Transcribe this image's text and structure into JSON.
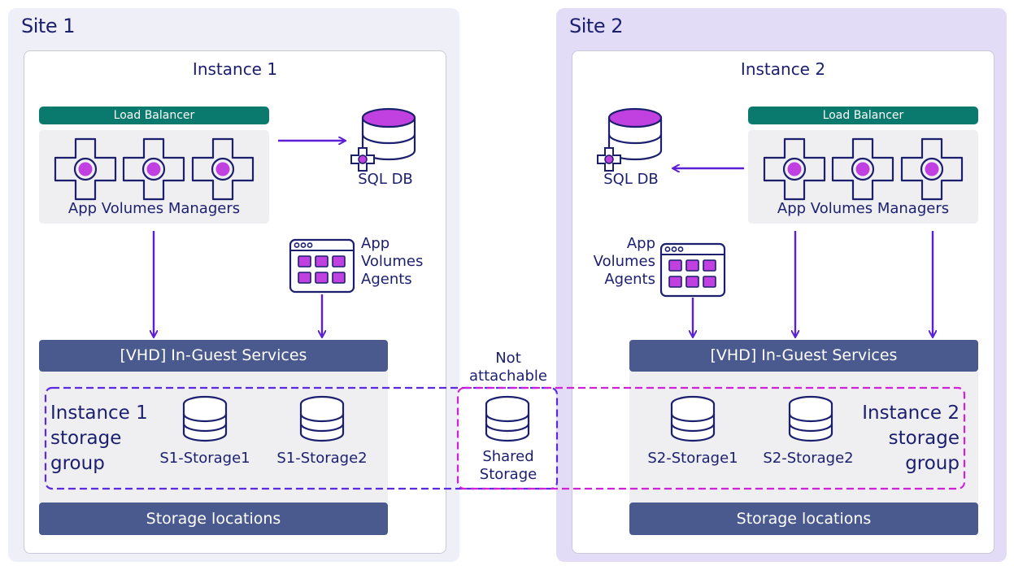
{
  "colors": {
    "navy_text": "#1b1f6e",
    "arrow": "#5a1fd6",
    "purple_fill": "#c040e0",
    "load_balancer": "#0a7a6e",
    "bar": "#4a5a8e",
    "site1_bg": "#efeff7",
    "site2_bg": "#e2dcf7",
    "group1_dash": "#5a2be0",
    "group2_dash": "#d020d8"
  },
  "icons": [
    "manager-server-icon",
    "sql-database-icon",
    "app-agent-window-icon",
    "storage-database-icon"
  ],
  "site1": {
    "title": "Site 1",
    "instance_title": "Instance 1",
    "load_balancer": "Load Balancer",
    "managers_label": "App Volumes Managers",
    "sql_db": "SQL DB",
    "agents_label": [
      "App",
      "Volumes",
      "Agents"
    ],
    "services_bar": "[VHD] In-Guest Services",
    "storage_group": [
      "Instance 1",
      "storage",
      "group"
    ],
    "storage1": "S1-Storage1",
    "storage2": "S1-Storage2",
    "storage_locations": "Storage locations"
  },
  "site2": {
    "title": "Site 2",
    "instance_title": "Instance 2",
    "load_balancer": "Load Balancer",
    "managers_label": "App Volumes Managers",
    "sql_db": "SQL DB",
    "agents_label": [
      "App",
      "Volumes",
      "Agents"
    ],
    "services_bar": "[VHD] In-Guest Services",
    "storage_group": [
      "Instance 2",
      "storage",
      "group"
    ],
    "storage1": "S2-Storage1",
    "storage2": "S2-Storage2",
    "storage_locations": "Storage locations"
  },
  "shared": {
    "not_attachable": [
      "Not",
      "attachable"
    ],
    "shared_storage": [
      "Shared",
      "Storage"
    ]
  }
}
